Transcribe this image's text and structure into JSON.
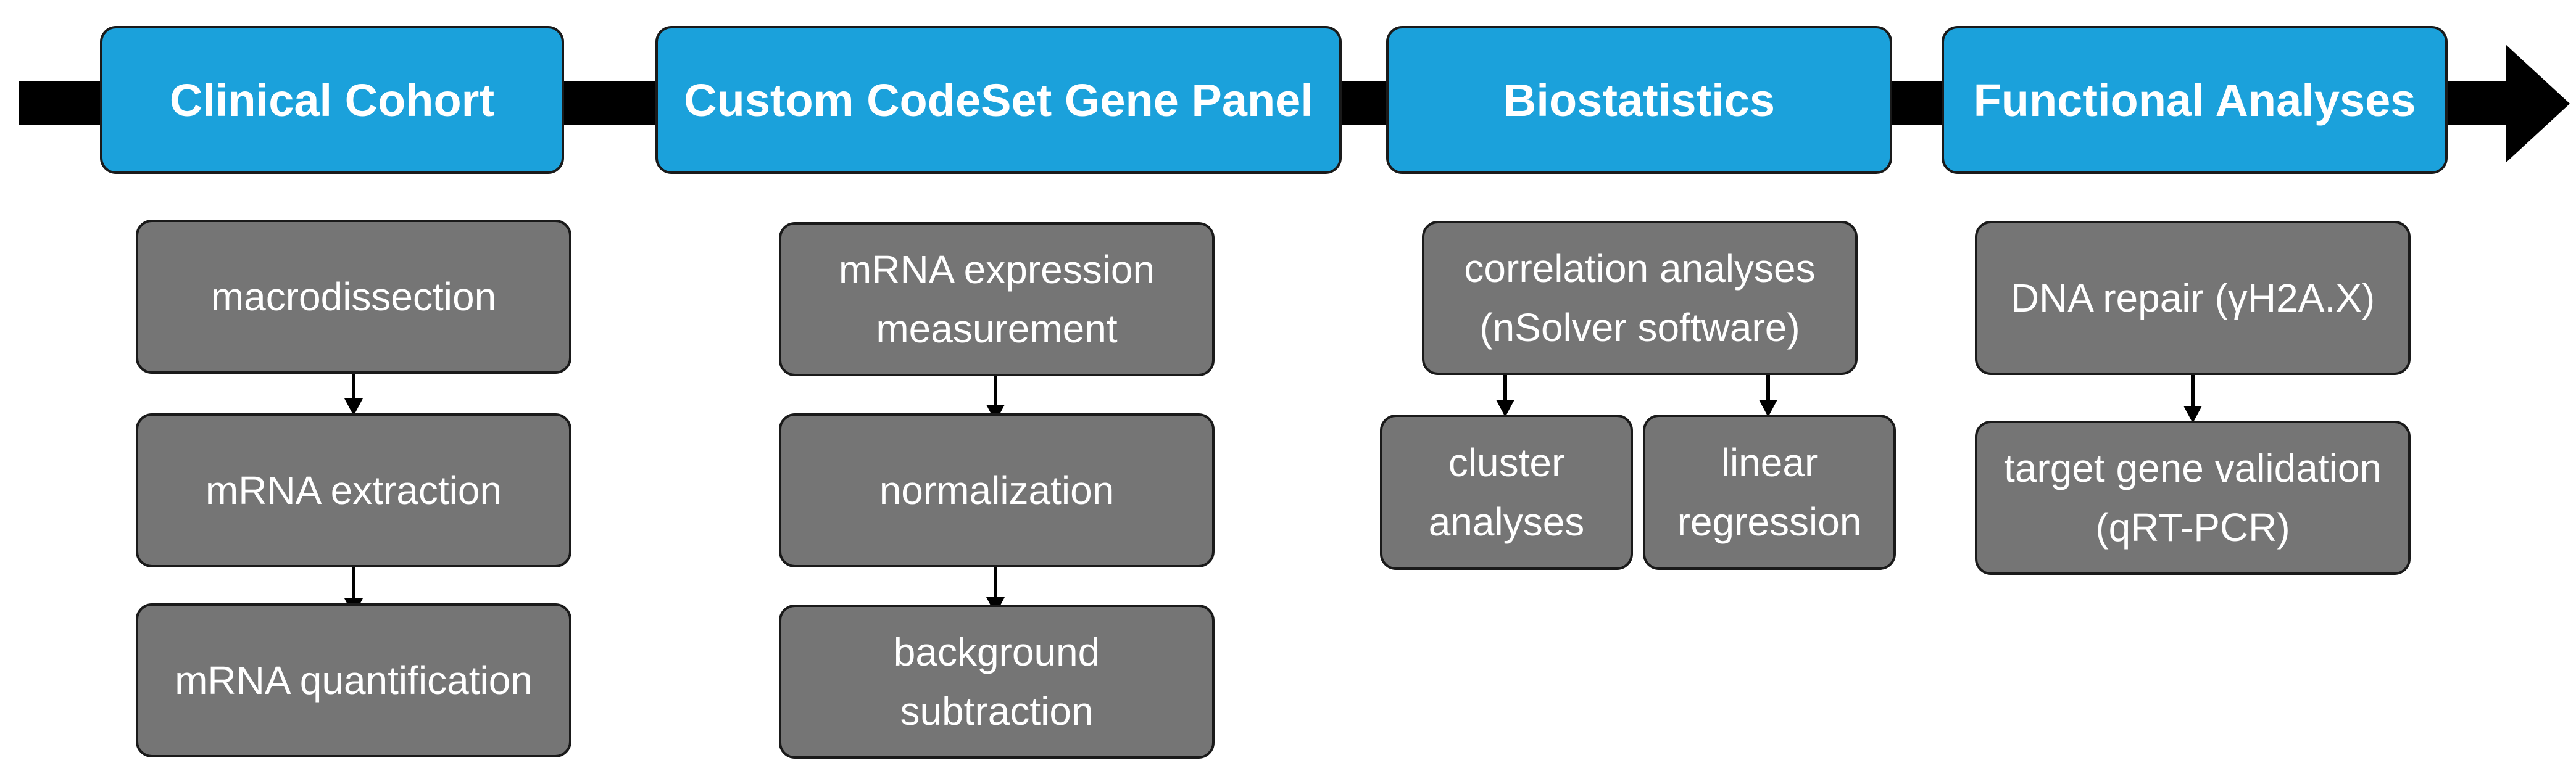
{
  "stages": [
    {
      "title": "Clinical Cohort",
      "steps": [
        "macrodissection",
        "mRNA extraction",
        "mRNA quantification"
      ]
    },
    {
      "title": "Custom CodeSet Gene Panel",
      "steps": [
        "mRNA expression\nmeasurement",
        "normalization",
        "background\nsubtraction"
      ]
    },
    {
      "title": "Biostatistics",
      "steps": [
        "correlation analyses\n(nSolver software)",
        "cluster\nanalyses",
        "linear\nregression"
      ]
    },
    {
      "title": "Functional Analyses",
      "steps": [
        "DNA repair (γH2A.X)",
        "target gene validation\n(qRT-PCR)"
      ]
    }
  ],
  "colors": {
    "header_fill": "#1ba1db",
    "step_fill": "#757575",
    "arrow": "#000000"
  }
}
